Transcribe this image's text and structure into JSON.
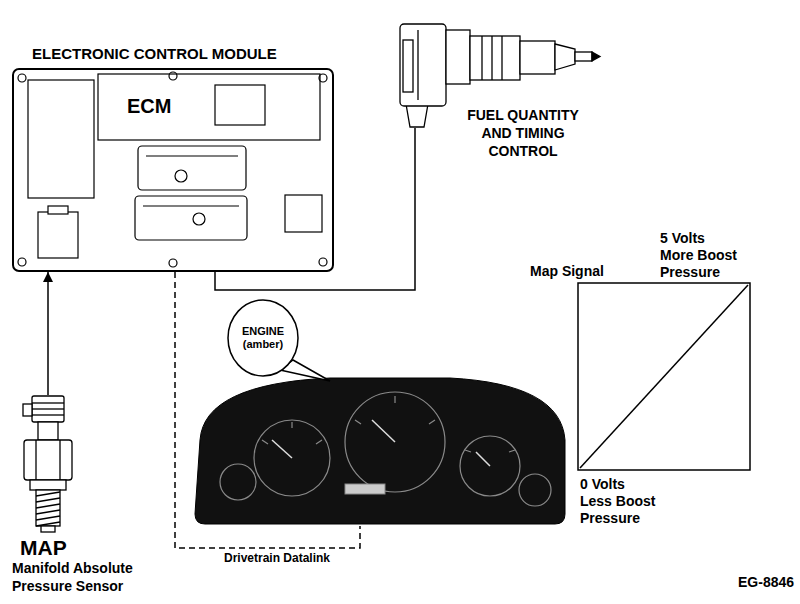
{
  "diagram": {
    "nodes": [
      {
        "text": [
          "ELECTRONIC CONTROL MODULE",
          "ECM"
        ]
      },
      {
        "text": [
          "FUEL QUANTITY AND TIMING CONTROL"
        ]
      },
      {
        "text": [
          "ENGINE (amber)"
        ]
      },
      {
        "text": [
          "MAP",
          "Manifold Absolute Pressure Sensor"
        ]
      }
    ],
    "edges": [
      {
        "from": 3,
        "to": 0,
        "arrow": "to"
      },
      {
        "from": 0,
        "to": 1,
        "arrow": "none"
      },
      {
        "from": 0,
        "to": 2,
        "label": "Drivetrain Datalink",
        "arrow": "none"
      }
    ],
    "labels": [
      "Map Signal",
      "5 Volts More Boost Pressure",
      "0 Volts Less Boost Pressure",
      "EG-8846"
    ]
  }
}
